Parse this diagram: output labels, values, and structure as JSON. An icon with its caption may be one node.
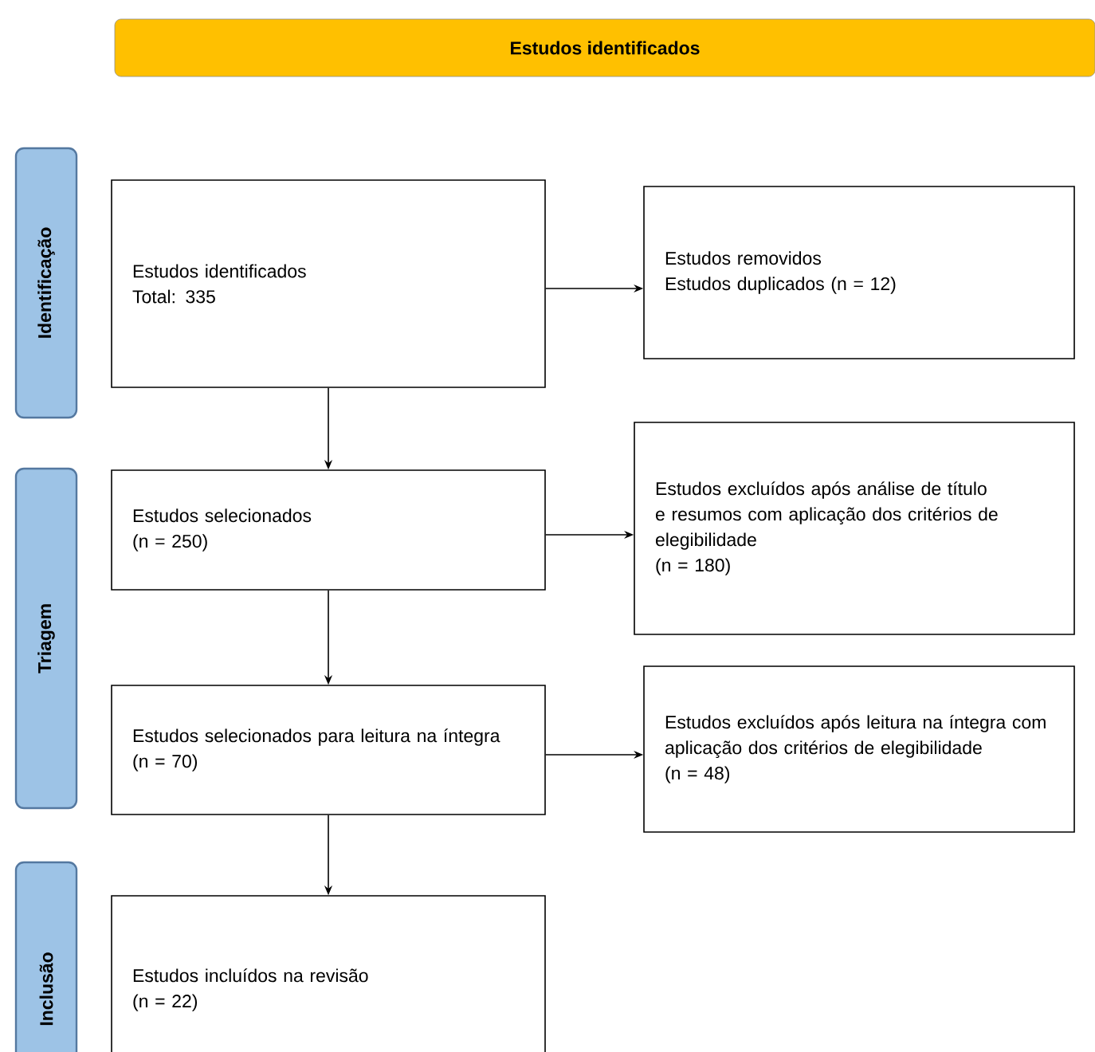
{
  "diagram": {
    "nodes": [
      {
        "text": [
          "Estudos identificados"
        ]
      },
      {
        "text": [
          "Identificação"
        ]
      },
      {
        "text": [
          "Estudos identificados",
          "Total: 335"
        ]
      },
      {
        "text": [
          "Estudos removidos",
          "Estudos duplicados (n = 12)"
        ]
      },
      {
        "text": [
          "Triagem"
        ]
      },
      {
        "text": [
          "Estudos selecionados",
          "(n = 250)"
        ]
      },
      {
        "text": [
          "Estudos excluídos após análise de título e resumos com aplicação dos critérios de elegibilidade",
          "(n = 180)"
        ]
      },
      {
        "text": [
          "Estudos selecionados para leitura na íntegra",
          "(n = 70)"
        ]
      },
      {
        "text": [
          "Estudos excluídos após leitura na íntegra com aplicação dos critérios de elegibilidade",
          "(n = 48)"
        ]
      },
      {
        "text": [
          "Inclusão"
        ]
      },
      {
        "text": [
          "Estudos incluídos na revisão",
          "(n = 22)"
        ]
      }
    ],
    "edges": [
      {
        "from": 2,
        "to": 3,
        "arrow": "to"
      },
      {
        "from": 2,
        "to": 5,
        "arrow": "to"
      },
      {
        "from": 5,
        "to": 6,
        "arrow": "to"
      },
      {
        "from": 5,
        "to": 7,
        "arrow": "to"
      },
      {
        "from": 7,
        "to": 8,
        "arrow": "to"
      },
      {
        "from": 7,
        "to": 10,
        "arrow": "to"
      }
    ]
  }
}
